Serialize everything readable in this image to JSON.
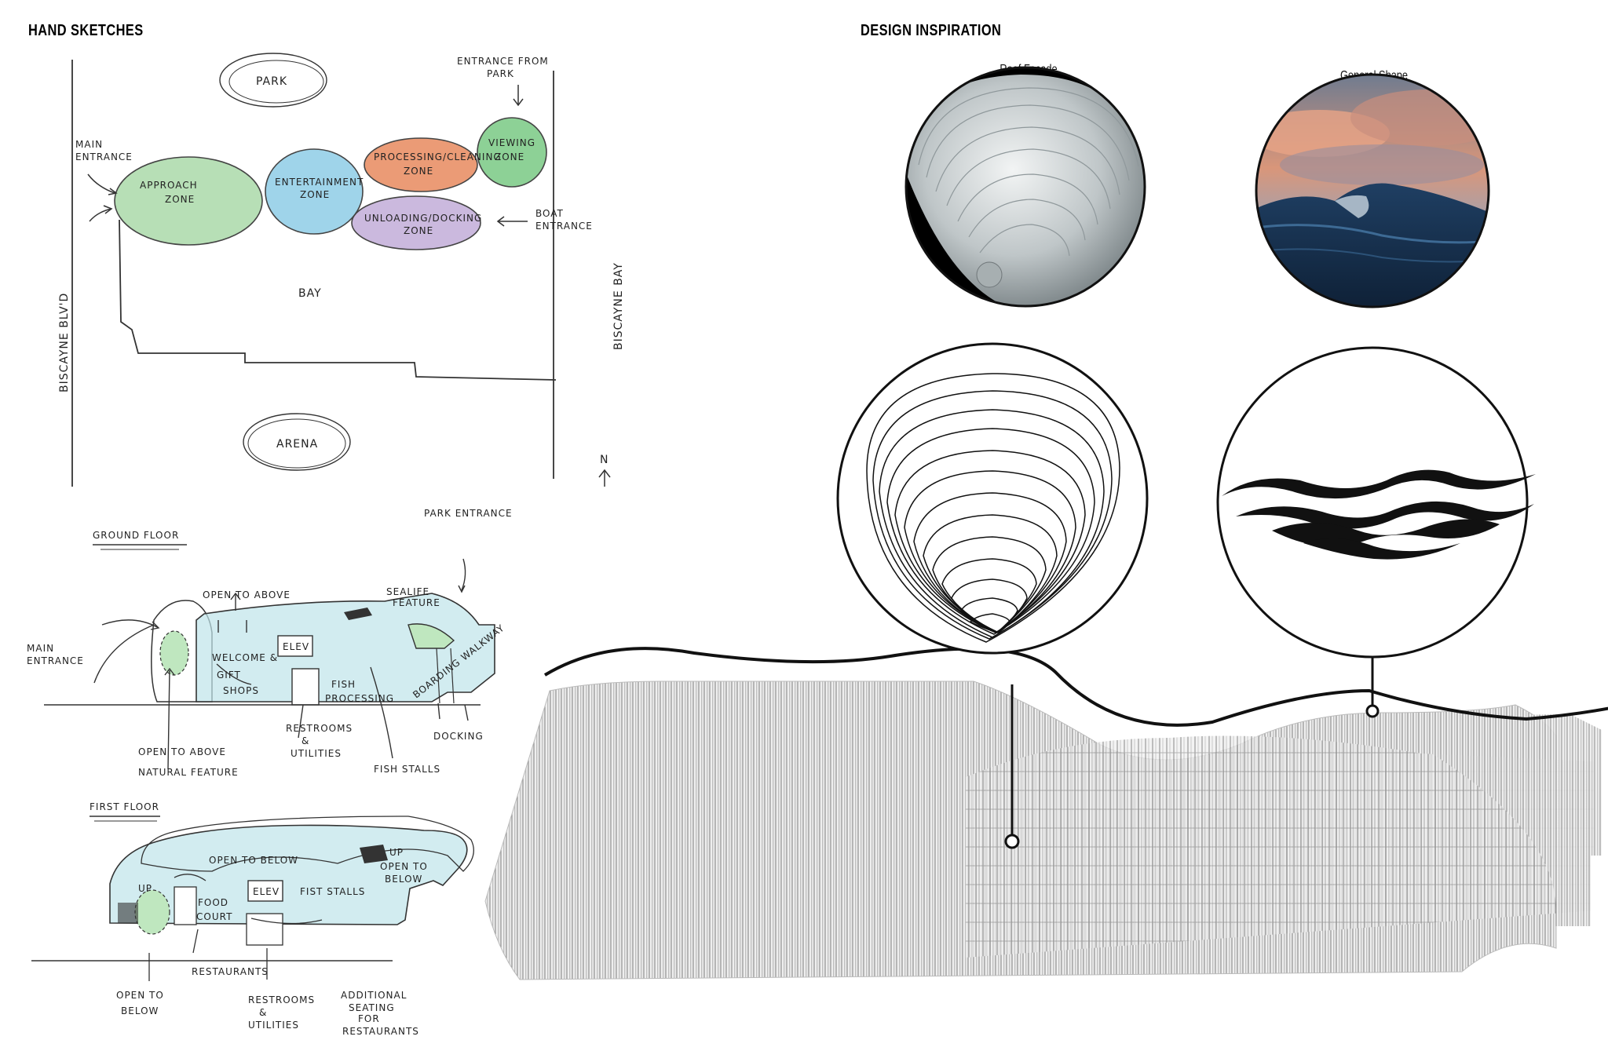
{
  "sections": {
    "hand_sketches": "HAND SKETCHES",
    "design_inspiration": "DESIGN INSPIRATION"
  },
  "site_plan": {
    "park": "PARK",
    "arena": "ARENA",
    "bay": "BAY",
    "biscayne_blvd": "BISCAYNE BLV'D",
    "biscayne_bay": "BISCAYNE BAY",
    "north": "N",
    "main_entrance": [
      "MAIN",
      "ENTRANCE"
    ],
    "entrance_from_park": [
      "ENTRANCE FROM",
      "PARK"
    ],
    "boat_entrance": [
      "BOAT",
      "ENTRANCE"
    ],
    "zones": {
      "approach": [
        "APPROACH",
        "ZONE"
      ],
      "entertainment": [
        "ENTERTAINMENT",
        "ZONE"
      ],
      "processing": [
        "PROCESSING/CLEANING",
        "ZONE"
      ],
      "viewing": [
        "VIEWING",
        "ZONE"
      ],
      "unloading": [
        "UNLOADING/DOCKING",
        "ZONE"
      ]
    },
    "zone_colors": {
      "approach": "#7cc47a",
      "entertainment": "#5fb8dc",
      "processing": "#e2703c",
      "viewing": "#5dbd6a",
      "unloading": "#a88ac8"
    }
  },
  "ground_floor": {
    "title": "GROUND FLOOR",
    "park_entrance": "PARK ENTRANCE",
    "open_to_above": "OPEN TO ABOVE",
    "sealife_feature": [
      "SEALIFE",
      "FEATURE"
    ],
    "main_entrance": [
      "MAIN",
      "ENTRANCE"
    ],
    "welcome": [
      "WELCOME &",
      "GIFT",
      "SHOPS"
    ],
    "elev": "ELEV",
    "fish_processing": [
      "FISH",
      "PROCESSING"
    ],
    "boarding_walkway": "BOARDING WALKWAY",
    "docking": "DOCKING",
    "restrooms": [
      "RESTROOMS",
      "&",
      "UTILITIES"
    ],
    "open_to_above_natural": [
      "OPEN TO ABOVE",
      "NATURAL FEATURE"
    ],
    "fish_stalls": "FISH STALLS"
  },
  "first_floor": {
    "title": "FIRST FLOOR",
    "open_to_below": "OPEN TO BELOW",
    "up": "UP",
    "open_to_below_right": [
      "OPEN TO",
      "BELOW"
    ],
    "food_court": [
      "FOOD",
      "COURT"
    ],
    "elev": "ELEV",
    "fist_stalls": "FIST STALLS",
    "restaurants": "RESTAURANTS",
    "open_to_below_left": [
      "OPEN TO",
      "BELOW"
    ],
    "restrooms": [
      "RESTROOMS",
      "&",
      "UTILITIES"
    ],
    "additional_seating": [
      "ADDITIONAL",
      "SEATING",
      "FOR",
      "RESTAURANTS"
    ]
  },
  "inspiration": {
    "roof_facade": "Roof Facade",
    "general_shape": "General Shape"
  }
}
